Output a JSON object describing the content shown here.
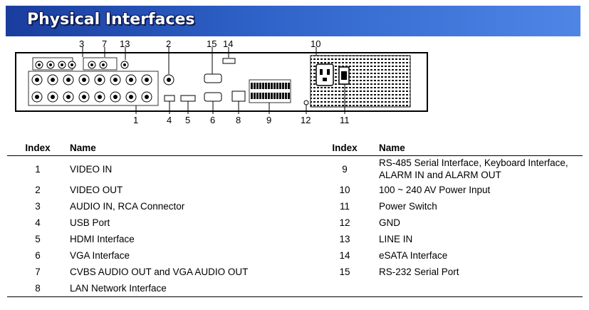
{
  "header": {
    "title": "Physical Interfaces"
  },
  "diagram": {
    "callouts": [
      "3",
      "7",
      "13",
      "2",
      "15",
      "14",
      "10",
      "1",
      "4",
      "5",
      "6",
      "8",
      "9",
      "12",
      "11"
    ]
  },
  "table": {
    "headers": [
      "Index",
      "Name",
      "Index",
      "Name"
    ],
    "rows": [
      {
        "index_left": "1",
        "name_left": "VIDEO IN",
        "index_right": "9",
        "name_right": "RS-485 Serial Interface, Keyboard Interface, ALARM IN and ALARM OUT"
      },
      {
        "index_left": "2",
        "name_left": "VIDEO OUT",
        "index_right": "10",
        "name_right": "100 ~ 240 AV Power Input"
      },
      {
        "index_left": "3",
        "name_left": "AUDIO IN, RCA Connector",
        "index_right": "11",
        "name_right": "Power Switch"
      },
      {
        "index_left": "4",
        "name_left": "USB Port",
        "index_right": "12",
        "name_right": "GND"
      },
      {
        "index_left": "5",
        "name_left": "HDMI Interface",
        "index_right": "13",
        "name_right": "LINE IN"
      },
      {
        "index_left": "6",
        "name_left": "VGA Interface",
        "index_right": "14",
        "name_right": "eSATA Interface"
      },
      {
        "index_left": "7",
        "name_left": "CVBS AUDIO OUT and VGA AUDIO OUT",
        "index_right": "15",
        "name_right": "RS-232 Serial Port"
      },
      {
        "index_left": "8",
        "name_left": "LAN Network Interface",
        "index_right": "",
        "name_right": ""
      }
    ]
  }
}
